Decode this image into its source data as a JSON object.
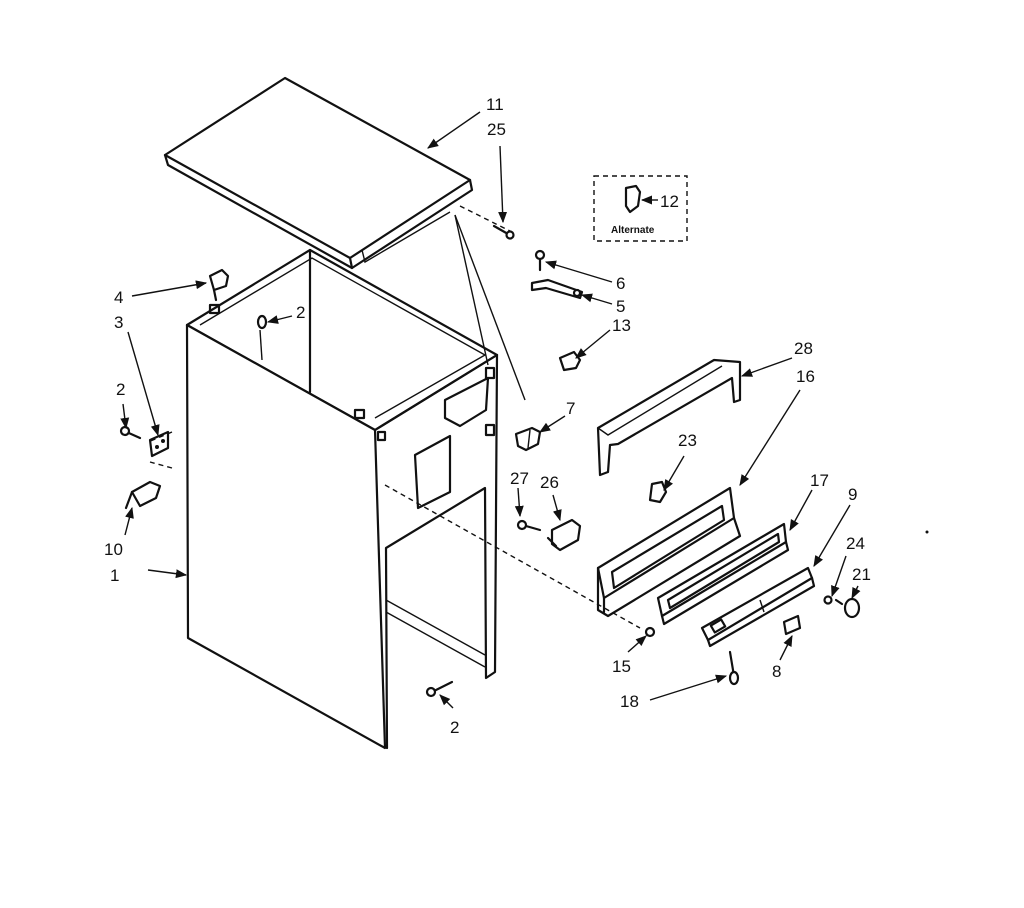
{
  "callouts": {
    "c1": "1",
    "c2a": "2",
    "c2b": "2",
    "c2c": "2",
    "c3": "3",
    "c4": "4",
    "c5": "5",
    "c6": "6",
    "c7": "7",
    "c8": "8",
    "c9": "9",
    "c10": "10",
    "c11": "11",
    "c12": "12",
    "c13": "13",
    "c15": "15",
    "c16": "16",
    "c17": "17",
    "c18": "18",
    "c21": "21",
    "c23": "23",
    "c24": "24",
    "c25": "25",
    "c26": "26",
    "c27": "27",
    "c28": "28"
  },
  "alternate_label": "Alternate"
}
